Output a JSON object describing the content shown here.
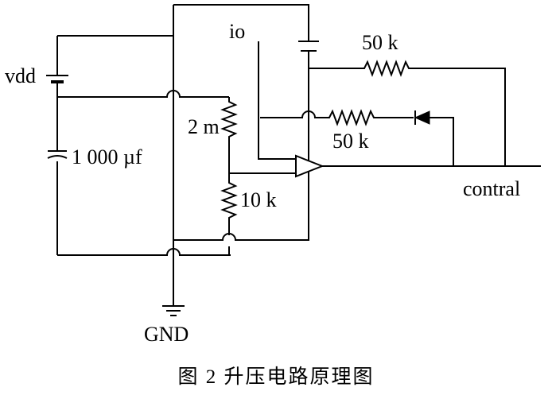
{
  "diagram": {
    "labels": {
      "vdd": "vdd",
      "io": "io",
      "res_top": "50 k",
      "res_feedback": "50 k",
      "res_2m": "2 m",
      "cap": "1 000 µf",
      "res_10k": "10 k",
      "output": "contral",
      "ground": "GND"
    },
    "caption": "图 2   升压电路原理图"
  }
}
